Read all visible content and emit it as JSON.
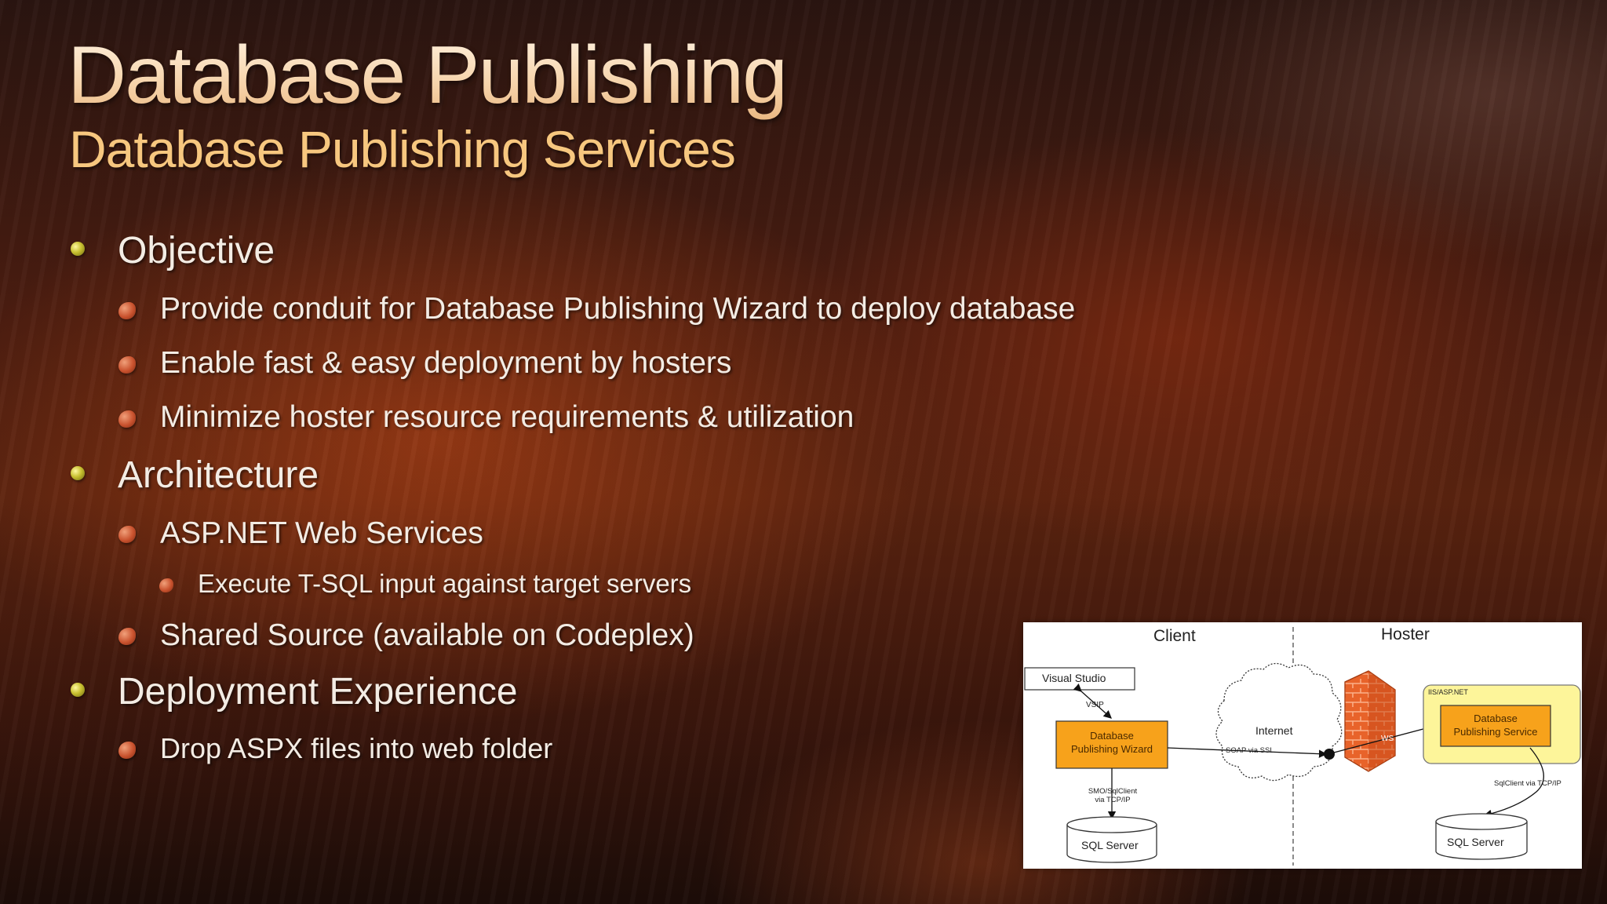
{
  "slide": {
    "title": "Database Publishing",
    "subtitle": "Database Publishing Services"
  },
  "bullets": {
    "objective": {
      "label": "Objective",
      "items": [
        "Provide conduit for Database Publishing Wizard to deploy database",
        "Enable fast & easy deployment by hosters",
        "Minimize hoster resource requirements & utilization"
      ]
    },
    "architecture": {
      "label": "Architecture",
      "items": [
        "ASP.NET Web Services",
        "Execute T-SQL input against target servers",
        "Shared Source (available on Codeplex)"
      ]
    },
    "deployment": {
      "label": "Deployment Experience",
      "items": [
        "Drop ASPX files into web folder"
      ]
    }
  },
  "diagram": {
    "client_label": "Client",
    "hoster_label": "Hoster",
    "visual_studio": "Visual Studio",
    "vsip": "VSIP",
    "wizard_line1": "Database",
    "wizard_line2": "Publishing Wizard",
    "smo_line1": "SMO/SqlClient",
    "smo_line2": "via TCP/IP",
    "sql_server_client": "SQL Server",
    "internet": "Internet",
    "soap": "SOAP via SSL",
    "ws": "WS",
    "iis": "IIS/ASP.NET",
    "service_line1": "Database",
    "service_line2": "Publishing Service",
    "sqlclient": "SqlClient via TCP/IP",
    "sql_server_hoster": "SQL Server",
    "colors": {
      "orange": "#f7a21b",
      "yellow": "#fdf59a",
      "firewall": "#e8632a"
    }
  }
}
